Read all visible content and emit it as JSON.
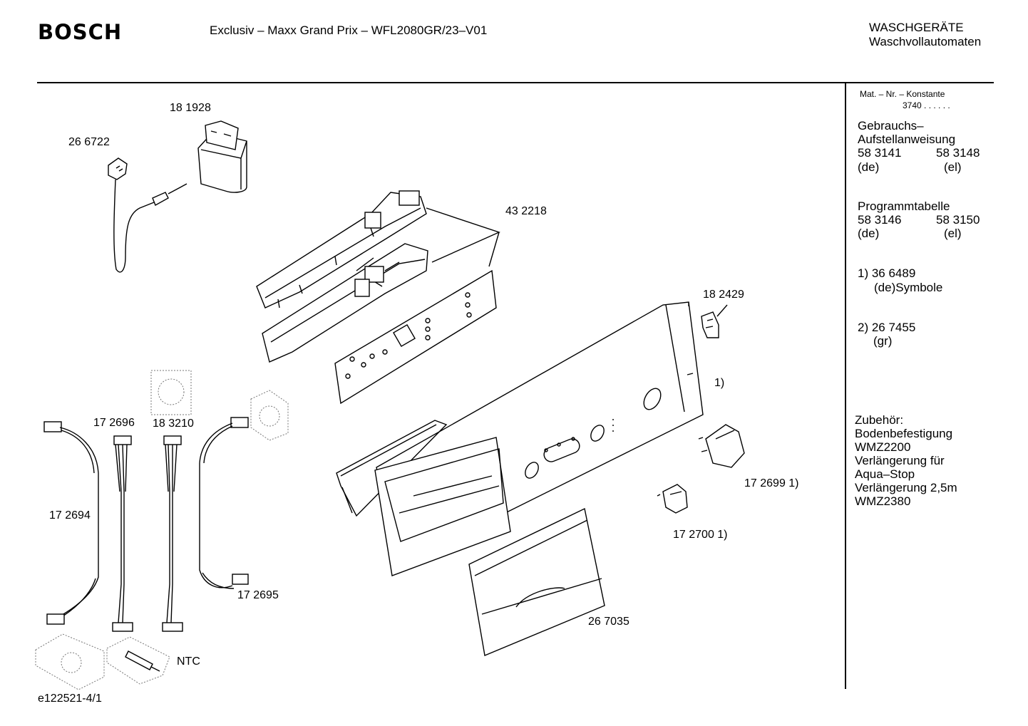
{
  "header": {
    "brand": "BOSCH",
    "title": "Exclusiv – Maxx Grand Prix – WFL2080GR/23–V01",
    "category_line1": "WASCHGERÄTE",
    "category_line2": "Waschvollautomaten"
  },
  "sidebar": {
    "mat_label": "Mat. – Nr. – Konstante",
    "mat_value": "3740  .  .   .  .  .  .",
    "manual_title_1": "Gebrauchs–",
    "manual_title_2": "Aufstellanweisung",
    "manual_num_de": "58 3141",
    "manual_num_el": "58 3148",
    "manual_lang_de": "(de)",
    "manual_lang_el": "(el)",
    "table_title": "Programmtabelle",
    "table_num_de": "58 3146",
    "table_num_el": "58 3150",
    "table_lang_de": "(de)",
    "table_lang_el": "(el)",
    "note1_line1": "1)  36 6489",
    "note1_line2": "(de)Symbole",
    "note2_line1": "2)  26 7455",
    "note2_line2": "(gr)",
    "acc_title": "Zubehör:",
    "acc_1": "Bodenbefestigung",
    "acc_2": "WMZ2200",
    "acc_3": "Verlängerung für",
    "acc_4": "Aqua–Stop",
    "acc_5": "Verlängerung 2,5m",
    "acc_6": "WMZ2380"
  },
  "parts": {
    "p181928": "18 1928",
    "p266722": "26 6722",
    "p432218": "43 2218",
    "p182429": "18 2429",
    "note1_marker": "1)",
    "p172699": "17 2699 1)",
    "p172700": "17 2700 1)",
    "p267035": "26 7035",
    "p172696": "17 2696",
    "p183210": "18 3210",
    "p172694": "17 2694",
    "p172695": "17 2695",
    "ntc": "NTC"
  },
  "footer": {
    "drawing_id": "e122521-4/1"
  }
}
